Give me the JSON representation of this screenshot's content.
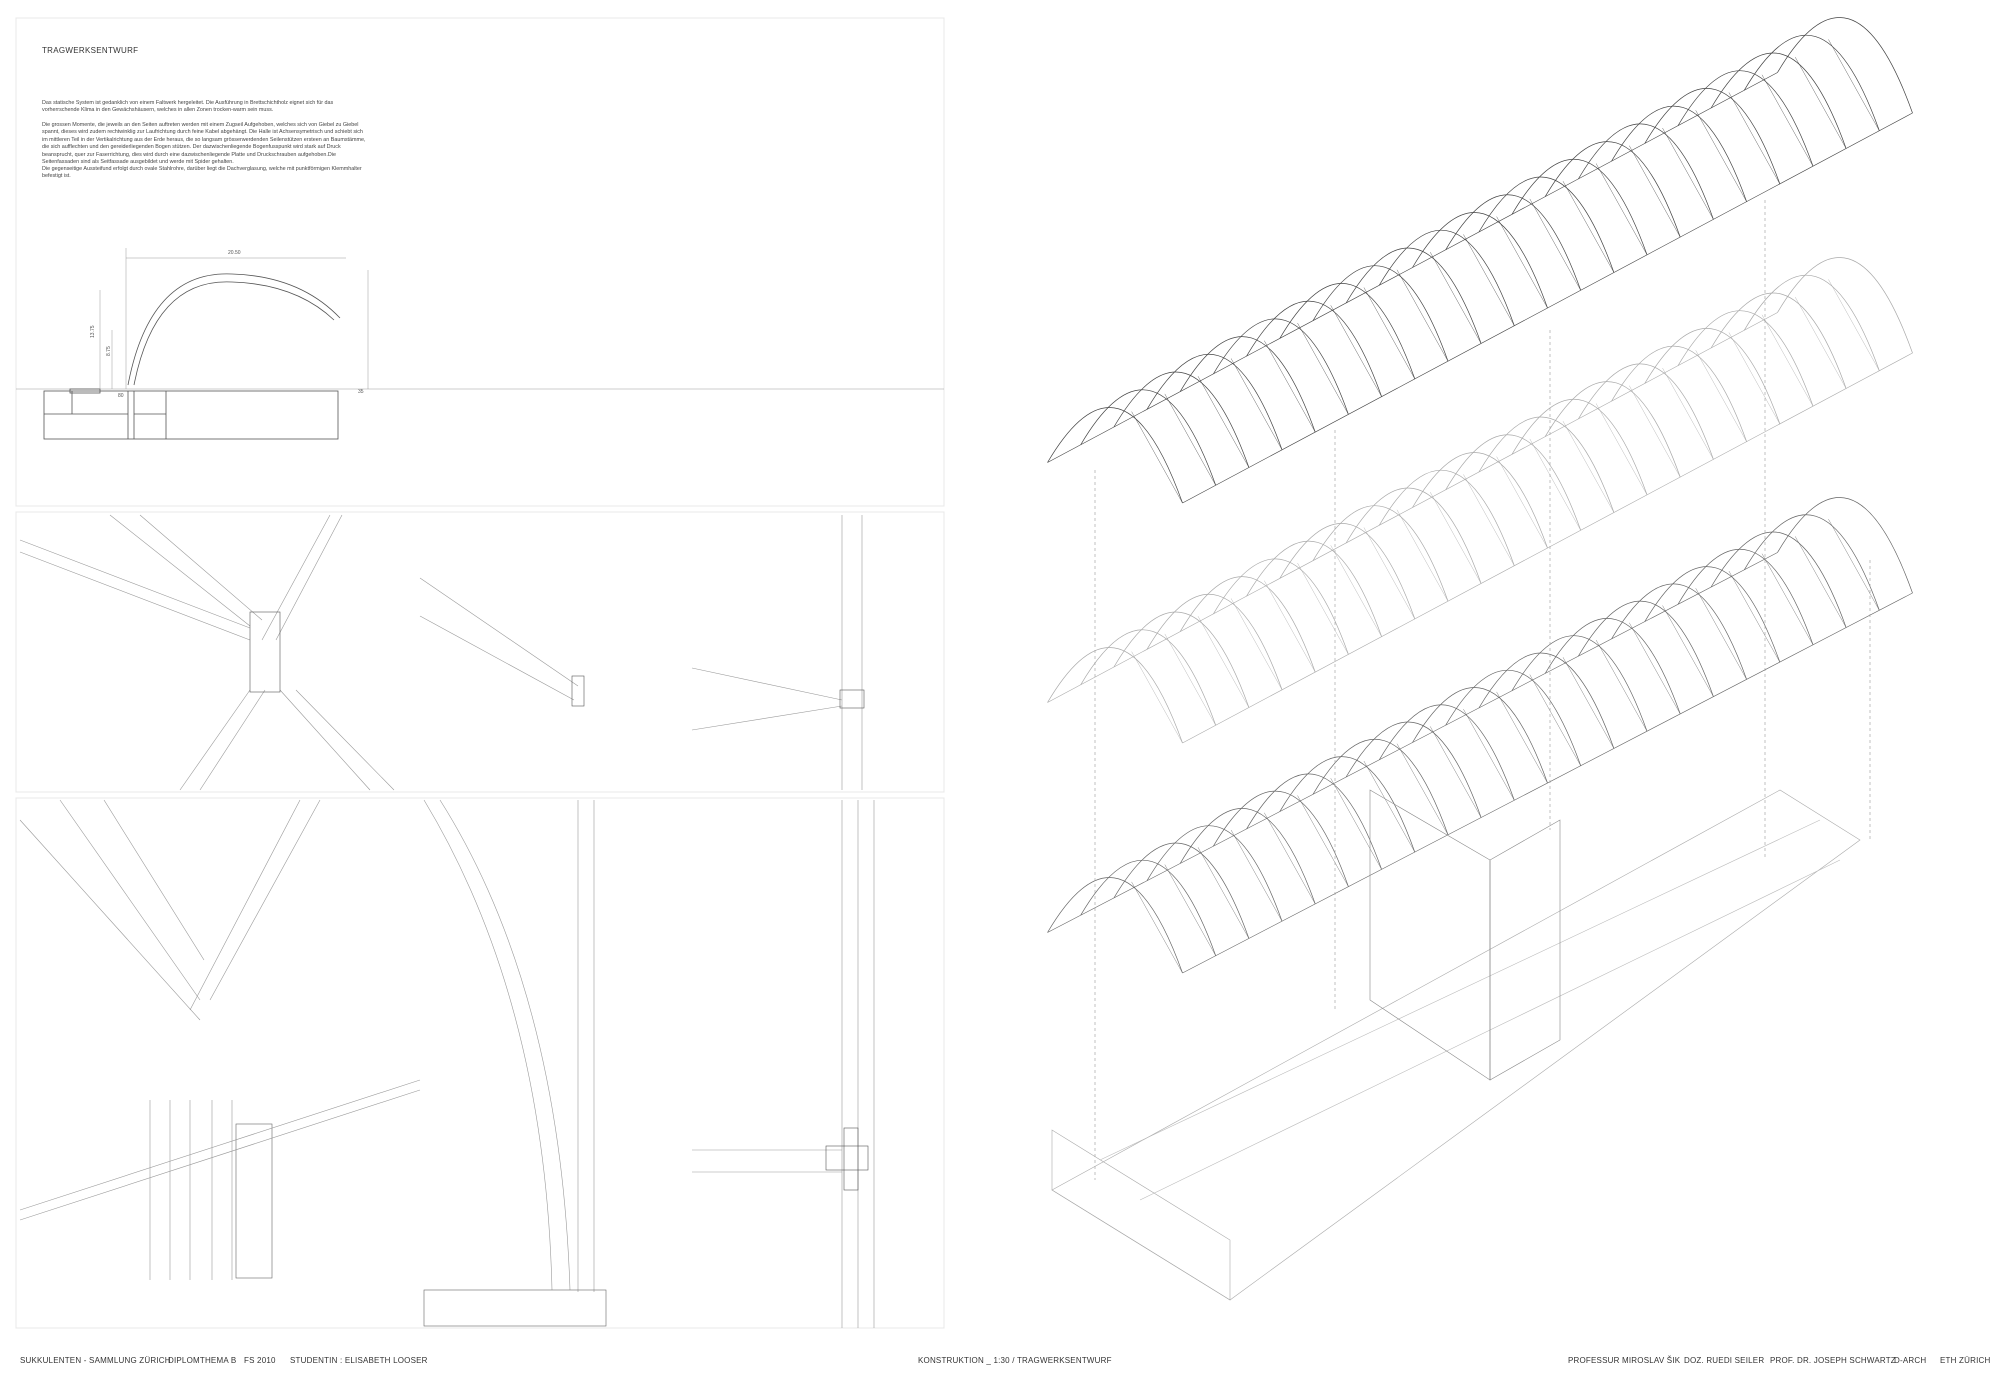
{
  "heading": "TRAGWERKSENTWURF",
  "paragraphs": [
    "Das statische System ist gedanklich von einem Faltwerk hergeleitet. Die Ausführung in Brettschichtholz eignet sich für das vorherrschende Klima in den Gewächshäusern, welches in allen Zonen trocken-warm sein muss.",
    "Die grossen Momente, die jeweils an den Seiten auftreten werden mit einem Zugseil Aufgehoben, welches sich von Giebel zu Giebel spannt, dieses wird zudem rechtwinklig zur Laufrichtung durch feine Kabel abgehängt. Die Halle ist Achsensymetrisch und schiebt sich im mittleren Teil in der Vertikalrichtung aus der Erde heraus, die so langsam grösserwerdenden Seilenstützen ersteen an Baumstämme, die sich aufflechten und den gereiderliegenden Bogen stützen. Der dazwischenliegende Bogenfusspunkt wird stark auf Druck beansprucht, quer zur Faserrichtung, dies wird durch eine dazwischenliegende Platte und Druckschrauben aufgehoben.Die Seitenfassaden sind als Seitfassade ausgebildet und werde mit Spider gehalten.",
    "Die gegenseitige Aussteifund erfolgt durch ovale Stahlrohre, darüber liegt die Dachverglasung, welche mit punktförmigen Klemmhalter befestigt ist."
  ],
  "section_dims": {
    "width": "20.50",
    "height_total": "13.75",
    "height_inner": "8.75",
    "base_left": "80",
    "base_right": "35"
  },
  "footer": {
    "project": "SUKKULENTEN - SAMMLUNG   ZÜRICH",
    "thesis": "DIPLOMTHEMA B",
    "semester": "FS 2010",
    "student": "STUDENTIN : ELISABETH LOOSER",
    "sheet": "KONSTRUKTION _ 1:30 / TRAGWERKSENTWURF",
    "professor": "PROFESSUR   MIROSLAV ŠIK",
    "lecturer": "DOZ. RUEDI SEILER",
    "prof2": "PROF. DR. JOSEPH SCHWARTZ",
    "dept": "D-ARCH",
    "school": "ETH ZÜRICH"
  },
  "colors": {
    "line": "#9a9a9a",
    "line_dark": "#555555",
    "frame": "#e6e6e6"
  }
}
